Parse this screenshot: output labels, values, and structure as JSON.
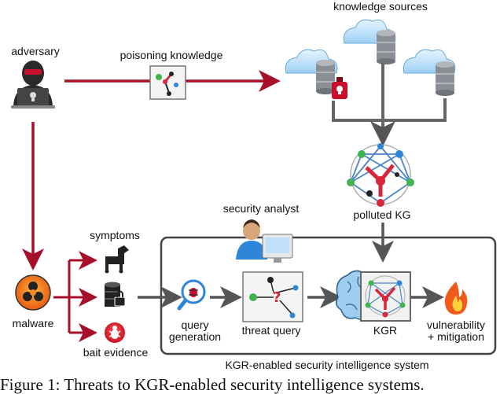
{
  "labels": {
    "adversary": "adversary",
    "poisoning_knowledge": "poisoning knowledge",
    "knowledge_sources": "knowledge sources",
    "polluted_kg": "polluted KG",
    "security_analyst": "security analyst",
    "symptoms": "symptoms",
    "malware": "malware",
    "bait_evidence": "bait evidence",
    "query_generation_line1": "query",
    "query_generation_line2": "generation",
    "threat_query": "threat query",
    "kgr": "KGR",
    "vulnerability_line1": "vulnerability",
    "vulnerability_line2": "+ mitigation",
    "system_name": "KGR-enabled security intelligence system"
  },
  "caption": "Figure 1: Threats to KGR-enabled security intelligence systems.",
  "colors": {
    "attack_arrow": "#a8102a",
    "flow_arrow": "#555555",
    "node_red": "#d8263a",
    "node_green": "#3fb34f",
    "node_blue": "#2f86d8",
    "node_dark": "#222222",
    "db_gray": "#8a8f95",
    "cloud_blue": "#bfe0f8"
  },
  "icons": [
    "hacker-icon",
    "cloud-database-icon",
    "poison-bottle-icon",
    "biohazard-icon",
    "trojan-horse-icon",
    "locked-database-icon",
    "bug-icon",
    "magnifier-bug-icon",
    "brain-icon",
    "analyst-computer-icon",
    "fire-icon"
  ]
}
